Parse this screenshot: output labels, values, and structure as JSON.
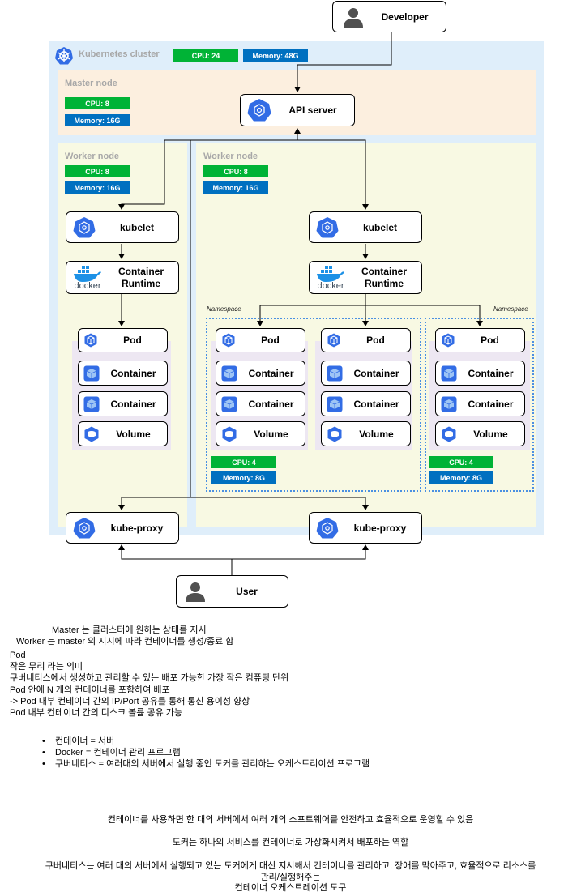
{
  "developer": {
    "label": "Developer",
    "icon": "person-icon"
  },
  "user": {
    "label": "User",
    "icon": "person-icon"
  },
  "cluster": {
    "title": "Kubernetes cluster",
    "cpu": "CPU: 24",
    "memory": "Memory: 48G",
    "icon": "kubernetes-icon"
  },
  "master": {
    "title": "Master node",
    "cpu": "CPU: 8",
    "memory": "Memory: 16G",
    "api_server": "API server"
  },
  "worker_left": {
    "title": "Worker node",
    "cpu": "CPU: 8",
    "memory": "Memory: 16G",
    "kubelet": "kubelet",
    "runtime": "Container Runtime",
    "runtime_logo": "docker",
    "pod": {
      "pod": "Pod",
      "container1": "Container",
      "container2": "Container",
      "volume": "Volume"
    },
    "kube_proxy": "kube-proxy"
  },
  "worker_right": {
    "title": "Worker node",
    "cpu": "CPU: 8",
    "memory": "Memory: 16G",
    "kubelet": "kubelet",
    "runtime": "Container Runtime",
    "runtime_logo": "docker",
    "namespace1": {
      "label": "Namespace",
      "cpu": "CPU: 4",
      "memory": "Memory: 8G",
      "pods": [
        {
          "pod": "Pod",
          "container1": "Container",
          "container2": "Container",
          "volume": "Volume"
        },
        {
          "pod": "Pod",
          "container1": "Container",
          "container2": "Container",
          "volume": "Volume"
        }
      ]
    },
    "namespace2": {
      "label": "Namespace",
      "cpu": "CPU: 4",
      "memory": "Memory: 8G",
      "pods": [
        {
          "pod": "Pod",
          "container1": "Container",
          "container2": "Container",
          "volume": "Volume"
        }
      ]
    },
    "kube_proxy": "kube-proxy"
  },
  "notes": {
    "line1": "Master 는 클러스터에 원하는 상태를 지시",
    "line2": "Worker 는 master 의 지시에 따라 컨테이너를 생성/종료 함",
    "pod_title": "Pod",
    "pod_lines": [
      "작은 무리 라는 의미",
      "쿠버네티스에서 생성하고 관리할 수 있는 배포 가능한 가장 작은 컴퓨팅 단위",
      "Pod 안에 N 개의 컨테이너를 포함하여 배포",
      "-> Pod 내부 컨테이너 간의 IP/Port 공유를 통해 통신 용이성 향상",
      "Pod 내부 컨테이너 간의 디스크 볼륨 공유 가능"
    ],
    "bullets": [
      "컨테이너 = 서버",
      "Docker = 컨테이너 관리 프로그램",
      "쿠버네티스 = 여러대의 서버에서 실행 중인 도커를 관리하는 오케스트리이션 프로그램"
    ],
    "para1": "컨테이너를 사용하면 한 대의 서버에서 여러 개의 소프트웨어를 안전하고 효율적으로 운영할 수 있음",
    "para2": "도커는 하나의 서비스를 컨테이너로 가상화시켜서 배포하는 역할",
    "para3a": "쿠버네티스는 여러 대의 서버에서 실행되고 있는 도커에게 대신 지시해서 컨테이너를 관리하고, 장애를 막아주고, 효율적으로 리소스를",
    "para3b": "관리/실행해주는",
    "para3c": "컨테이너 오케스트레이션 도구"
  }
}
